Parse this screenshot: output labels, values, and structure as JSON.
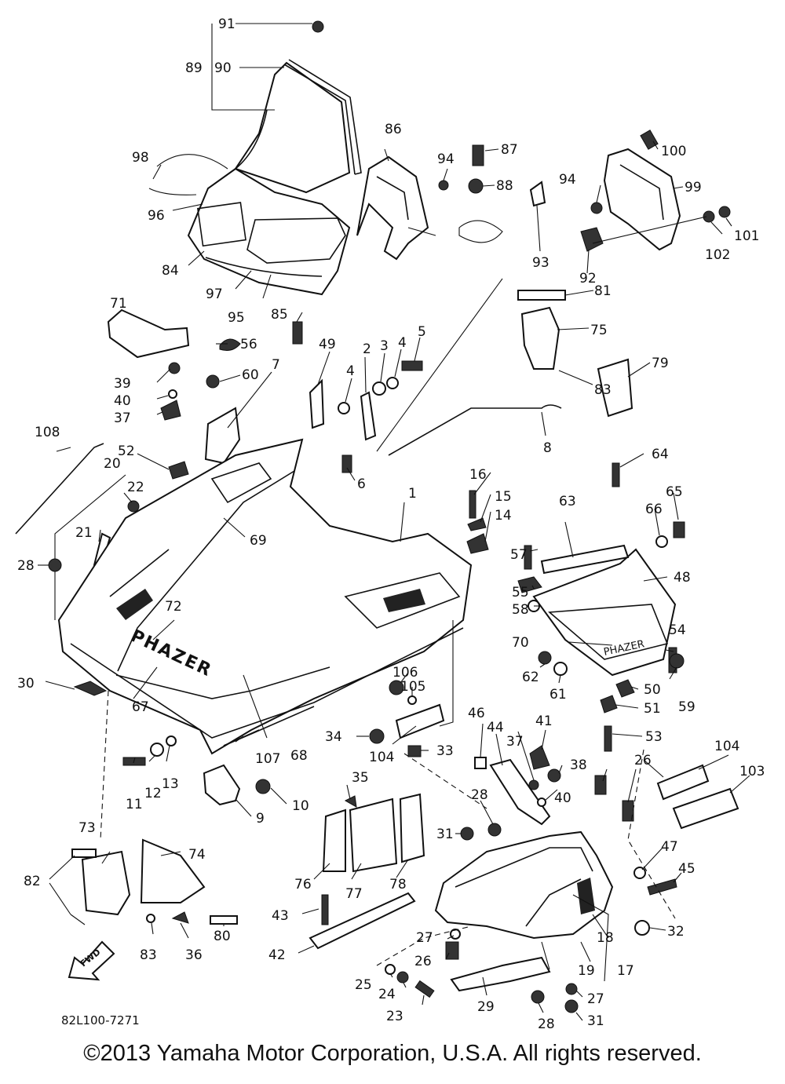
{
  "diagram_code": "82L100-7271",
  "copyright": "©2013 Yamaha Motor Corporation, U.S.A. All rights reserved.",
  "fwd_label": "FWD",
  "brand_text": "PHAZER",
  "callouts": [
    "1",
    "2",
    "3",
    "4",
    "5",
    "6",
    "7",
    "8",
    "9",
    "10",
    "11",
    "12",
    "13",
    "14",
    "15",
    "16",
    "17",
    "18",
    "19",
    "20",
    "21",
    "22",
    "23",
    "24",
    "25",
    "26",
    "27",
    "28",
    "29",
    "30",
    "31",
    "32",
    "33",
    "34",
    "35",
    "36",
    "37",
    "38",
    "39",
    "40",
    "41",
    "42",
    "43",
    "44",
    "45",
    "46",
    "47",
    "48",
    "49",
    "50",
    "51",
    "52",
    "53",
    "54",
    "55",
    "56",
    "57",
    "58",
    "59",
    "60",
    "61",
    "62",
    "63",
    "64",
    "65",
    "66",
    "67",
    "68",
    "69",
    "70",
    "71",
    "72",
    "73",
    "74",
    "75",
    "76",
    "77",
    "78",
    "79",
    "80",
    "81",
    "82",
    "83",
    "84",
    "85",
    "86",
    "87",
    "88",
    "89",
    "90",
    "91",
    "92",
    "93",
    "94",
    "95",
    "96",
    "97",
    "98",
    "99",
    "100",
    "101",
    "102",
    "103",
    "104",
    "105",
    "106",
    "107",
    "108"
  ]
}
